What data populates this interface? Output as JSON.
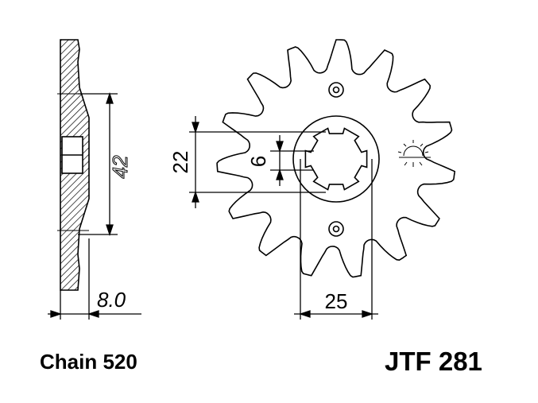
{
  "drawing": {
    "dimensions": {
      "tooth_height": "42",
      "thickness": "8.0",
      "bolt_circle": "22",
      "spline_width": "6",
      "bore": "25"
    },
    "teeth": 15,
    "colors": {
      "line": "#000000",
      "hatch": "#000000",
      "background": "#ffffff"
    }
  },
  "labels": {
    "chain": "Chain 520",
    "part_number": "JTF 281"
  }
}
